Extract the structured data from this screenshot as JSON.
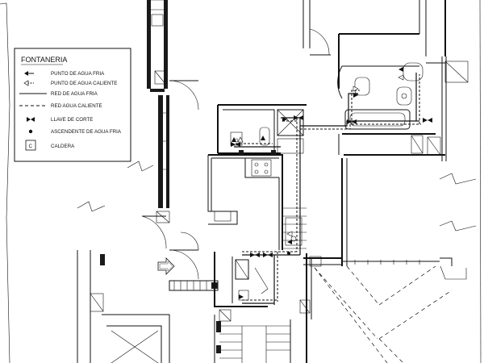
{
  "legend": {
    "title": "FONTANERIA",
    "items": [
      {
        "symbol": "cold-point",
        "label": "PUNTO DE AGUA FRIA"
      },
      {
        "symbol": "hot-point",
        "label": "PUNTO DE AGUA CALIENTE"
      },
      {
        "symbol": "cold-line",
        "label": "RED DE AGUA FRIA"
      },
      {
        "symbol": "hot-line",
        "label": "RED AGUA CALIENTE"
      },
      {
        "symbol": "valve",
        "label": "LLAVE DE CORTE"
      },
      {
        "symbol": "riser",
        "label": "ASCENDENTE DE AGUA FRIA"
      },
      {
        "symbol": "boiler",
        "label": "CALDERA",
        "letter": "C"
      }
    ]
  }
}
